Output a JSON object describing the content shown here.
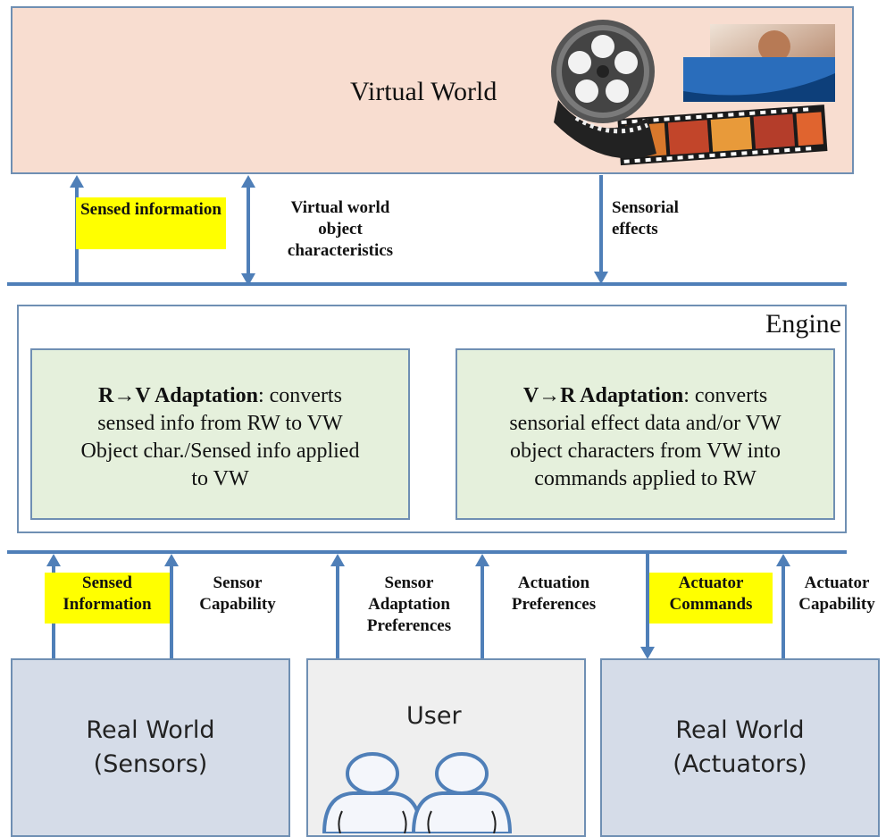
{
  "virtual_world": {
    "title": "Virtual World"
  },
  "upper_labels": {
    "sensed_information": "Sensed information",
    "vw_object_characteristics": [
      "Virtual world",
      "object",
      "characteristics"
    ],
    "sensorial_effects": [
      "Sensorial",
      "effects"
    ]
  },
  "engine": {
    "title": "Engine",
    "rv": {
      "heading": "R→V Adaptation",
      "lines": [
        ": converts",
        "sensed info from RW to VW",
        "Object char./Sensed info applied",
        "to VW"
      ]
    },
    "vr": {
      "heading": "V→R Adaptation",
      "lines": [
        ": converts",
        "sensorial effect data and/or VW",
        "object characters from VW into",
        "commands applied to RW"
      ]
    }
  },
  "lower_labels": {
    "sensed_information": [
      "Sensed",
      "Information"
    ],
    "sensor_capability": [
      "Sensor",
      "Capability"
    ],
    "sensor_adaptation_preferences": [
      "Sensor",
      "Adaptation",
      "Preferences"
    ],
    "actuation_preferences": [
      "Actuation",
      "Preferences"
    ],
    "actuator_commands": [
      "Actuator",
      "Commands"
    ],
    "actuator_capability": [
      "Actuator",
      "Capability"
    ]
  },
  "bottom": {
    "real_world_sensors": [
      "Real World",
      "(Sensors)"
    ],
    "user": "User",
    "real_world_actuators": [
      "Real World",
      "(Actuators)"
    ]
  },
  "colors": {
    "line": "#4f7fb8",
    "highlight": "#ffff00",
    "virtual_world_bg": "#f8ddd0",
    "adaptation_bg": "#e5f0dc",
    "real_world_bg": "#d5dce8",
    "user_bg": "#efefef"
  }
}
